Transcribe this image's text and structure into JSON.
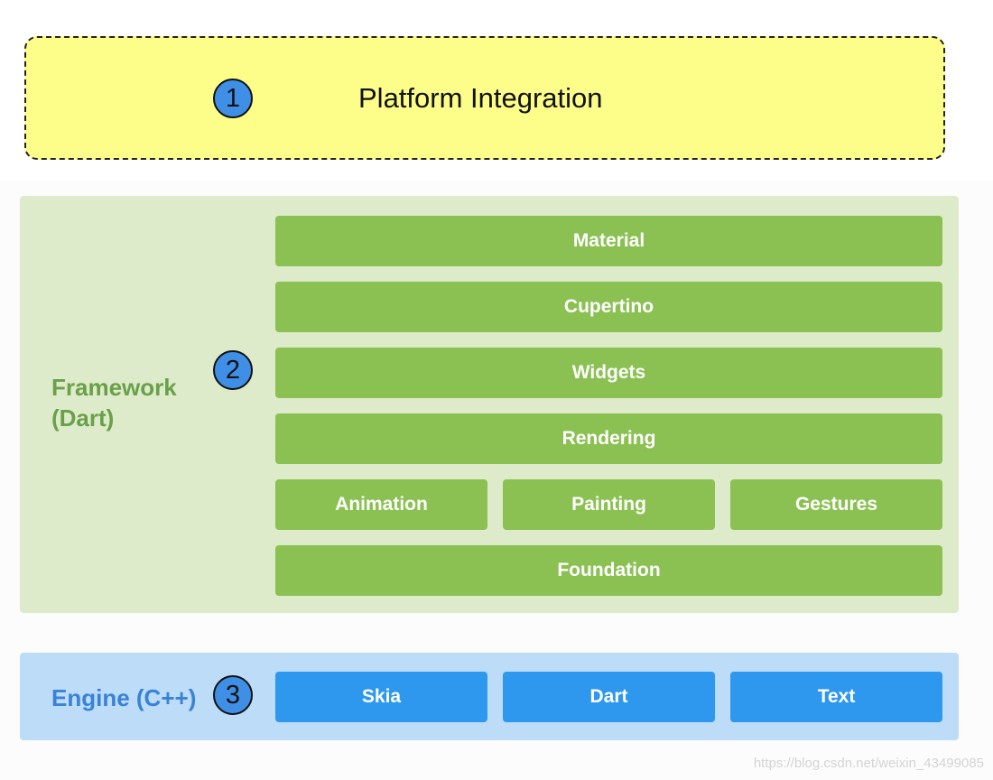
{
  "platform": {
    "badge": "1",
    "title": "Platform Integration"
  },
  "framework": {
    "badge": "2",
    "label_line1": "Framework",
    "label_line2": "(Dart)",
    "layers": {
      "material": "Material",
      "cupertino": "Cupertino",
      "widgets": "Widgets",
      "rendering": "Rendering",
      "animation": "Animation",
      "painting": "Painting",
      "gestures": "Gestures",
      "foundation": "Foundation"
    }
  },
  "engine": {
    "badge": "3",
    "label": "Engine (C++)",
    "layers": {
      "skia": "Skia",
      "dart": "Dart",
      "text": "Text"
    }
  },
  "watermark": "https://blog.csdn.net/weixin_43499085",
  "colors": {
    "platform_fill": "#fdfd8a",
    "framework_panel": "#ddebca",
    "framework_bar": "#8bc152",
    "framework_label": "#6aa04a",
    "engine_panel": "#bcdcf8",
    "engine_bar": "#2e98ee",
    "engine_label": "#3a82d6",
    "badge_fill": "#3f8fe6"
  }
}
